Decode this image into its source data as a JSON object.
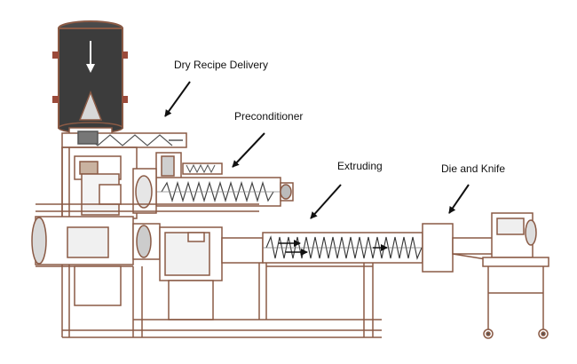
{
  "labels": {
    "dry_recipe_delivery": "Dry Recipe Delivery",
    "preconditioner": "Preconditioner",
    "extruding": "Extruding",
    "die_and_knife": "Die and Knife"
  },
  "colors": {
    "outline": "#8a5a45",
    "hopper_fill": "#3c3c3c",
    "arrow": "#111111",
    "background": "#ffffff"
  }
}
